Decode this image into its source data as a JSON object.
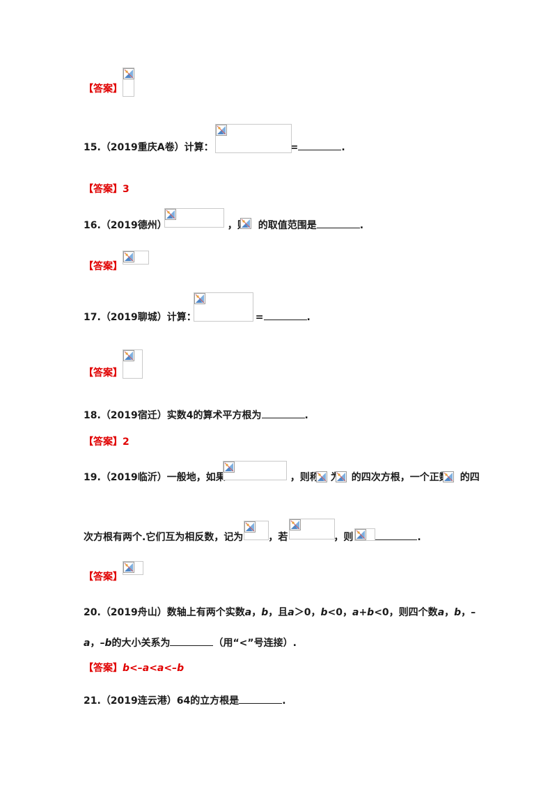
{
  "q14": {
    "answer_label": "【答案】"
  },
  "q15": {
    "number": "15.",
    "source": "（2019重庆A卷）",
    "text": "计算：",
    "eq": "=",
    "end": ".",
    "answer_label": "【答案】",
    "answer": "3"
  },
  "q16": {
    "number": "16.",
    "source": "（2019德州）",
    "text_a": "，则",
    "text_b": "的取值范围是",
    "end": ".",
    "answer_label": "【答案】"
  },
  "q17": {
    "number": "17.",
    "source": "（2019聊城）",
    "text": "计算：",
    "eq": "=",
    "end": ".",
    "answer_label": "【答案】"
  },
  "q18": {
    "number": "18.",
    "source": "（2019宿迁）",
    "text": "实数4的算术平方根为",
    "end": ".",
    "answer_label": "【答案】",
    "answer": "2"
  },
  "q19": {
    "number": "19.",
    "source": "（2019临沂）",
    "text_a": "一般地，如果",
    "text_b": "，则称",
    "text_c": "为",
    "text_d": "的四次方根，一个正数",
    "text_e": "的四",
    "line2_a": "次方根有两个.它们互为相反数，记为",
    "line2_b": "，若",
    "line2_c": "，则",
    "end": ".",
    "answer_label": "【答案】"
  },
  "q20": {
    "number": "20.",
    "source": "（2019舟山）",
    "text_a": "数轴上有两个实数",
    "a": "a",
    "comma": "，",
    "b": "b",
    "text_b": "，且",
    "cond1": "a",
    "cond1_rest": "＞0，",
    "cond2": "b",
    "cond2_rest": "<0，",
    "cond3_a": "a",
    "plus": "+",
    "cond3_b": "b",
    "cond3_rest": "<0，则四个数",
    "n1": "a",
    "n2": "b",
    "tail": "，–",
    "line2_a": "a",
    "line2_b": "，–",
    "line2_c": "b",
    "line2_d": "的大小关系为",
    "line2_e": "（用“<”号连接）.",
    "answer_label": "【答案】",
    "answer": "b<–a<a<–b"
  },
  "q21": {
    "number": "21.",
    "source": "（2019连云港）",
    "text": "64的立方根是",
    "end": "."
  }
}
